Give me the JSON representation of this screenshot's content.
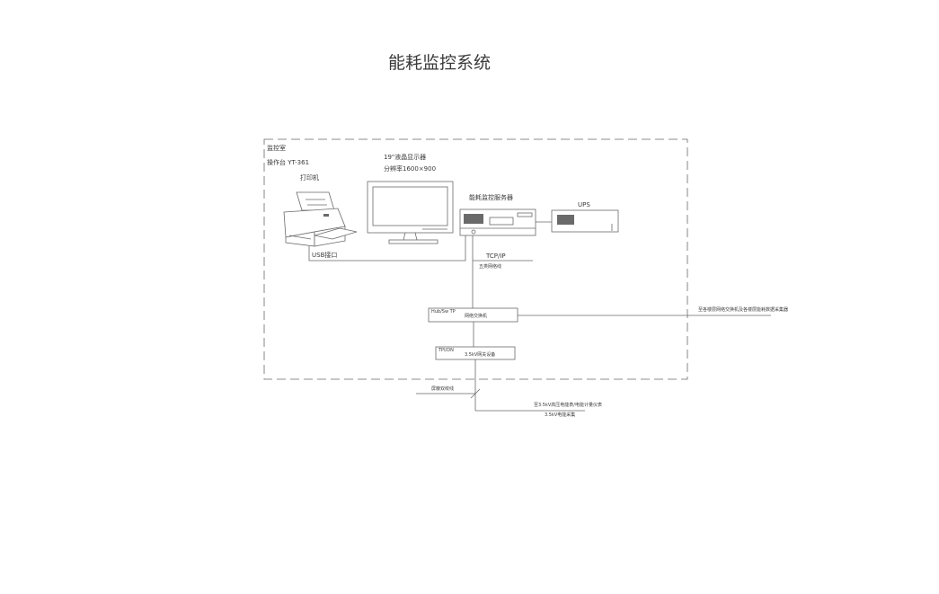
{
  "title": "能耗监控系统",
  "room": {
    "name": "监控室",
    "desk": "操作台 YT-361"
  },
  "devices": {
    "printer": "打印机",
    "monitor_line1": "19\"液晶显示器",
    "monitor_line2": "分辨率1600×900",
    "server": "能耗监控服务器",
    "ups": "UPS",
    "switch_tag": "Hub/Sw TP",
    "switch": "网络交换机",
    "gateway_tag": "TPI/DN",
    "gateway": "3.5kV网关设备"
  },
  "links": {
    "usb": "USB接口",
    "tcpip": "TCP/IP",
    "ethernet": "五类网络线",
    "right_link": "至各楼层网络交换机及各楼层能耗数据采集器"
  },
  "bottom": {
    "left_cable": "屏蔽双绞线",
    "line1": "至3.5kV高压电能表/电能计量仪表",
    "line2": "3.5kV电能采集"
  }
}
